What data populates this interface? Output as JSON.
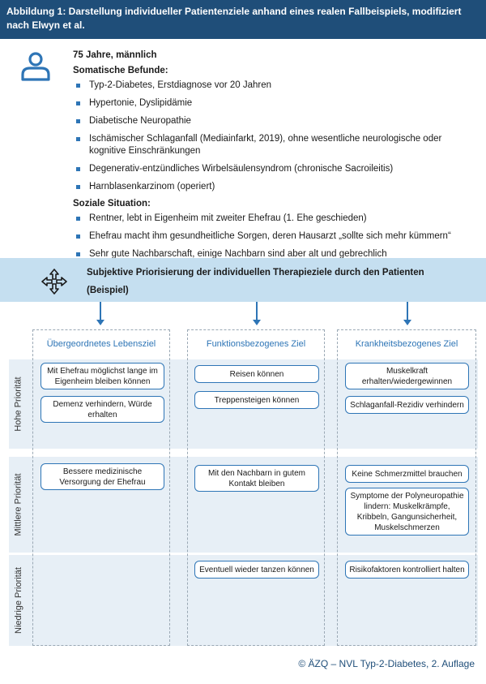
{
  "header": {
    "title": "Abbildung 1:  Darstellung individueller Patientenziele anhand eines realen Fallbeispiels, modifiziert nach Elwyn et al."
  },
  "patient": {
    "age": "75 Jahre, männlich",
    "somatic_title": "Somatische Befunde:",
    "somatic": [
      "Typ-2-Diabetes, Erstdiagnose vor 20 Jahren",
      "Hypertonie, Dyslipidämie",
      "Diabetische Neuropathie",
      "Ischämischer Schlaganfall (Mediainfarkt, 2019), ohne wesentliche neurologische oder kognitive Einschränkungen",
      "Degenerativ-entzündliches Wirbelsäulensyndrom (chronische Sacroileitis)",
      "Harnblasenkarzinom (operiert)"
    ],
    "social_title": "Soziale Situation:",
    "social": [
      "Rentner, lebt in Eigenheim mit zweiter Ehefrau (1. Ehe geschieden)",
      "Ehefrau macht ihm gesundheitliche Sorgen, deren Hausarzt „sollte sich mehr kümmern“",
      "Sehr gute Nachbarschaft, einige Nachbarn sind aber alt und gebrechlich"
    ]
  },
  "priority_section": {
    "title": "Subjektive Priorisierung der individuellen Therapieziele durch den Patienten (Beispiel)"
  },
  "columns": [
    "Übergeordnetes Lebensziel",
    "Funktionsbezogenes Ziel",
    "Krankheitsbezogenes Ziel"
  ],
  "priorities": [
    "Hohe Priorität",
    "Mittlere Priorität",
    "Niedrige Priorität"
  ],
  "goals": {
    "high_life_1": "Mit Ehefrau möglichst lange im Eigenheim bleiben können",
    "high_life_2": "Demenz verhindern, Würde erhalten",
    "high_func_1": "Reisen können",
    "high_func_2": "Treppensteigen können",
    "high_dis_1": "Muskelkraft erhalten/wiedergewinnen",
    "high_dis_2": "Schlaganfall-Rezidiv verhindern",
    "mid_life_1": "Bessere medizinische Versorgung der Ehefrau",
    "mid_func_1": "Mit den Nachbarn in gutem Kontakt bleiben",
    "mid_dis_1": "Keine Schmerzmittel brauchen",
    "mid_dis_2": "Symptome der Polyneuropathie lindern: Muskelkrämpfe, Kribbeln, Gangunsicherheit, Muskelschmerzen",
    "low_func_1": "Eventuell wieder tanzen können",
    "low_dis_1": "Risikofaktoren kontrolliert halten"
  },
  "icons": {
    "person": "person-icon",
    "priority": "priority-arrows-icon"
  },
  "colors": {
    "header": "#1f4e79",
    "accent": "#2e75b6",
    "band": "#e7eff6",
    "prio_bar": "#c5dff0"
  },
  "footer": {
    "text": "© ÄZQ – NVL Typ-2-Diabetes, 2. Auflage"
  }
}
